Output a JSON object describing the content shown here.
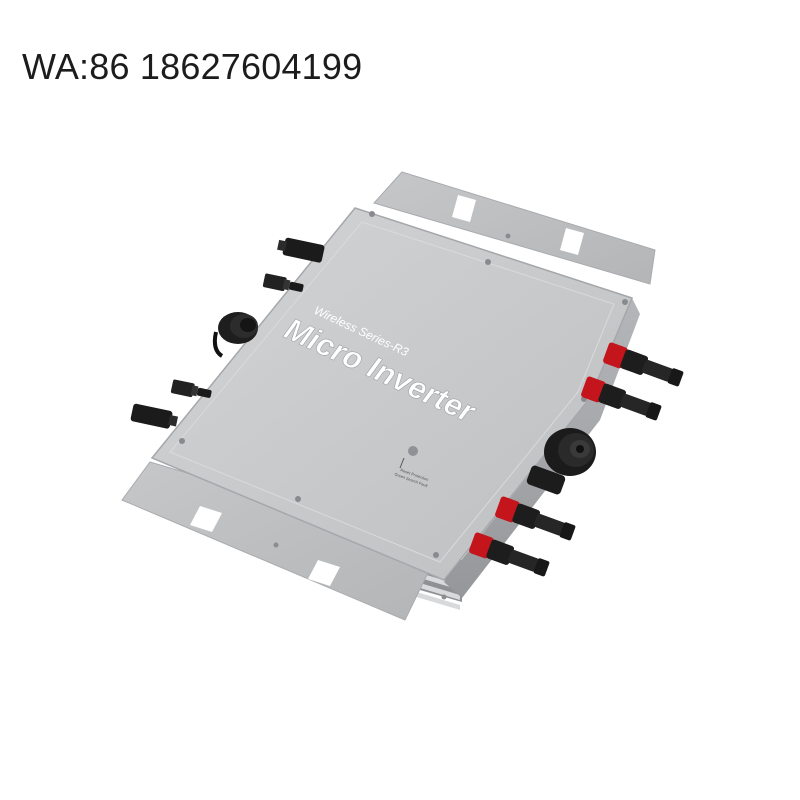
{
  "caption": {
    "contact": "WA:86 18627604199"
  },
  "product": {
    "series_label": "Wireless Series-R3",
    "title": "Micro Inverter",
    "indicator_line1": "Reset Protection",
    "indicator_line2": "Green Search Fault"
  },
  "colors": {
    "background": "#ffffff",
    "housing": "#c9cacc",
    "housing_edge": "#a9abae",
    "connector": "#1d1d1d",
    "accent_red": "#c4151c"
  }
}
